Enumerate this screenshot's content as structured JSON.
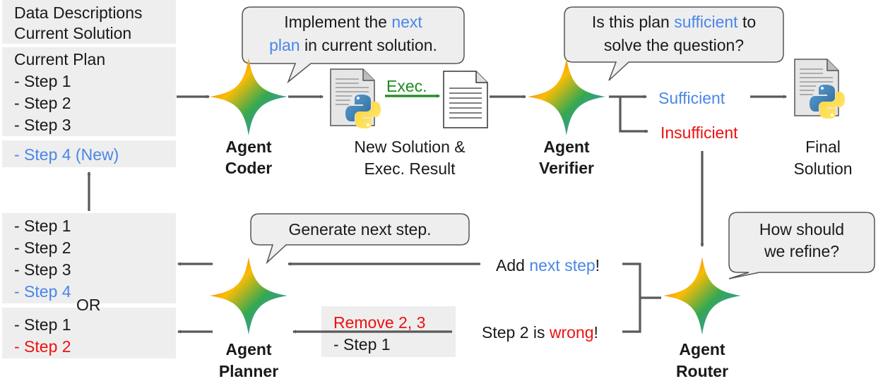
{
  "boxes": {
    "context": [
      "Data Descriptions",
      "Current Solution"
    ],
    "plan_title": "Current Plan",
    "plan_steps": [
      "- Step 1",
      "- Step 2",
      "- Step 3"
    ],
    "new_step": "- Step 4 (New)",
    "add_option_steps": [
      "- Step 1",
      "- Step 2",
      "- Step 3"
    ],
    "add_option_new_step": "- Step 4",
    "or_label": "OR",
    "remove_option_steps": [
      "- Step 1"
    ],
    "remove_option_wrong_step": "- Step 2",
    "remove_box_header": "Remove 2, 3",
    "remove_box_step": "- Step 1"
  },
  "agents": {
    "coder": [
      "Agent",
      "Coder"
    ],
    "verifier": [
      "Agent",
      "Verifier"
    ],
    "planner": [
      "Agent",
      "Planner"
    ],
    "router": [
      "Agent",
      "Router"
    ]
  },
  "bubbles": {
    "coder": {
      "pre": "Implement the ",
      "hl1": "next",
      "hl2": "plan",
      "post": " in current solution."
    },
    "verifier": {
      "pre": "Is this plan ",
      "hl": "sufficient",
      "post1": " to",
      "post2": "solve the question?"
    },
    "planner": "Generate next step.",
    "router": [
      "How should",
      "we refine?"
    ]
  },
  "labels": {
    "exec": "Exec.",
    "new_solution": [
      "New Solution &",
      "Exec. Result"
    ],
    "sufficient": "Sufficient",
    "insufficient": "Insufficient",
    "final_solution": [
      "Final",
      "Solution"
    ],
    "add_next": {
      "pre": "Add ",
      "hl": "next step",
      "post": "!"
    },
    "step2_wrong": {
      "pre": "Step 2 is ",
      "hl": "wrong",
      "post": "!"
    }
  },
  "colors": {
    "box_fill": "#eeeeee",
    "arrow": "#595959",
    "highlight_blue": "#4a86e8",
    "highlight_red": "#ee1111",
    "exec_green": "#1f8a1f"
  }
}
